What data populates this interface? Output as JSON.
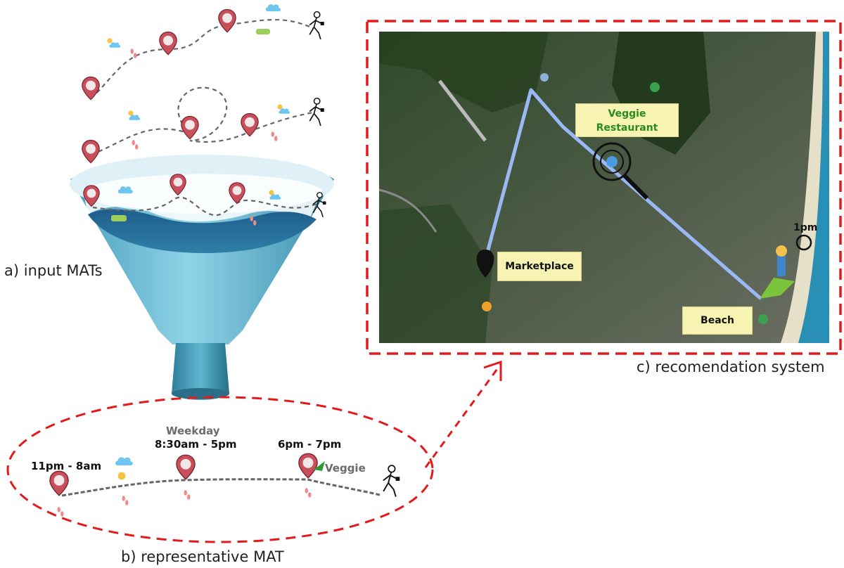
{
  "captions": {
    "input": "a) input MATs",
    "representative": "b) representative MAT",
    "recommendation": "c) recomendation system"
  },
  "representative_mat": {
    "day_label": "Weekday",
    "times": [
      "11pm - 8am",
      "8:30am - 5pm",
      "6pm - 7pm"
    ],
    "tag": "Veggie"
  },
  "map": {
    "labels": {
      "restaurant": "Veggie\nRestaurant",
      "marketplace": "Marketplace",
      "beach": "Beach"
    },
    "time": "1pm"
  },
  "icons": [
    "home-pin-icon",
    "office-pin-icon",
    "restaurant-pin-icon",
    "leaf-icon",
    "walking-person-icon",
    "footprint-icon",
    "cloud-icon",
    "sun-icon",
    "car-icon",
    "cart-icon",
    "magnifier-icon",
    "alarm-clock-icon"
  ],
  "colors": {
    "dashed_box": "#e31a1c",
    "funnel": "#5fb6cf",
    "route": "#9ab8f5",
    "pin": "#c94f5d",
    "label_bg": "#f6f3b3",
    "veggie_text": "#2a8a1e"
  }
}
